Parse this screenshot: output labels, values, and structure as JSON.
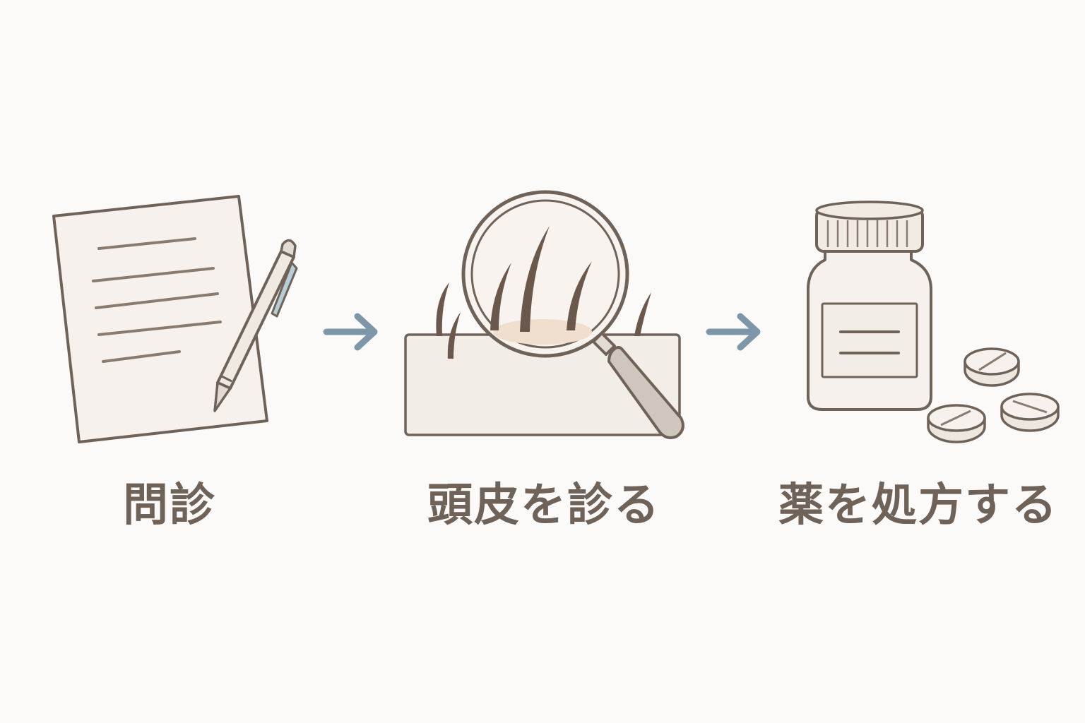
{
  "steps": [
    {
      "label": "問診",
      "icon": "questionnaire-with-pen-icon"
    },
    {
      "label": "頭皮を診る",
      "icon": "scalp-magnifier-icon"
    },
    {
      "label": "薬を処方する",
      "icon": "medicine-bottle-pills-icon"
    }
  ],
  "colors": {
    "background": "#fbfaf8",
    "outline": "#6f6259",
    "fill": "#f4efe9",
    "arrow": "#7e97a8",
    "hair": "#6b584c"
  }
}
